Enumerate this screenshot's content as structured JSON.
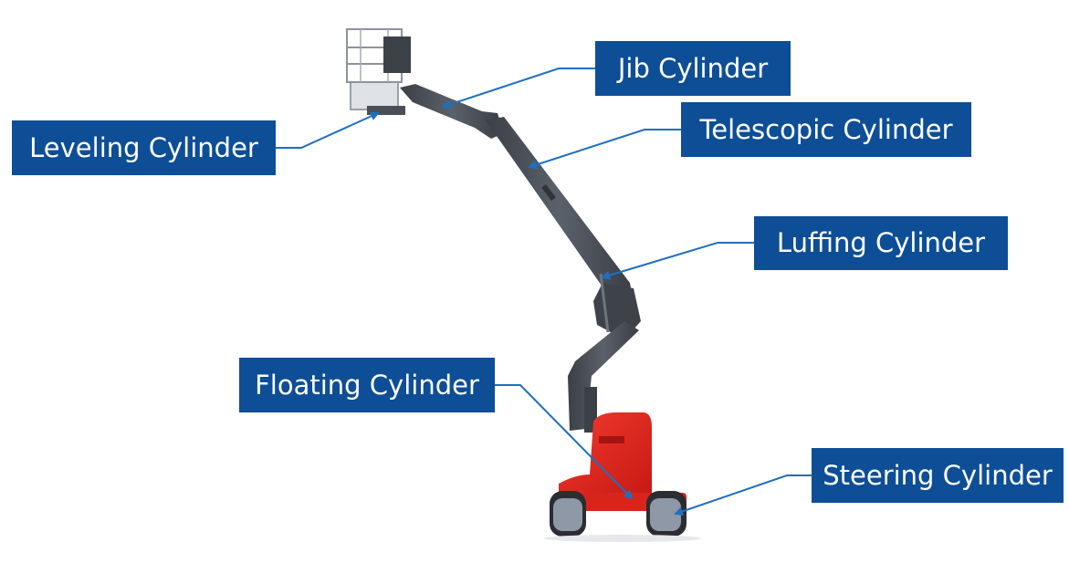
{
  "labels": {
    "jib": "Jib Cylinder",
    "telescopic": "Telescopic Cylinder",
    "leveling": "Leveling Cylinder",
    "luffing": "Luffing Cylinder",
    "floating": "Floating Cylinder",
    "steering": "Steering Cylinder"
  },
  "colors": {
    "label_bg": "#0d4e96",
    "label_text": "#ffffff",
    "leader_line": "#1f6fbf",
    "boom": "#4a4f57",
    "chassis": "#e3231b",
    "wheel": "#8e98a6"
  }
}
